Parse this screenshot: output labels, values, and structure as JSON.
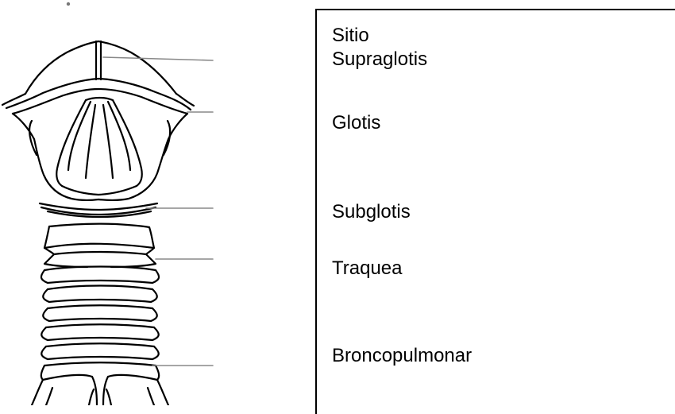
{
  "labels": {
    "header": "Sitio",
    "supraglottis": "Supraglotis",
    "glottis": "Glotis",
    "subglottis": "Subglotis",
    "trachea": "Traquea",
    "bronchopulmonary": "Broncopulmonar"
  },
  "colors": {
    "line": "#000000",
    "leader": "#888888"
  }
}
